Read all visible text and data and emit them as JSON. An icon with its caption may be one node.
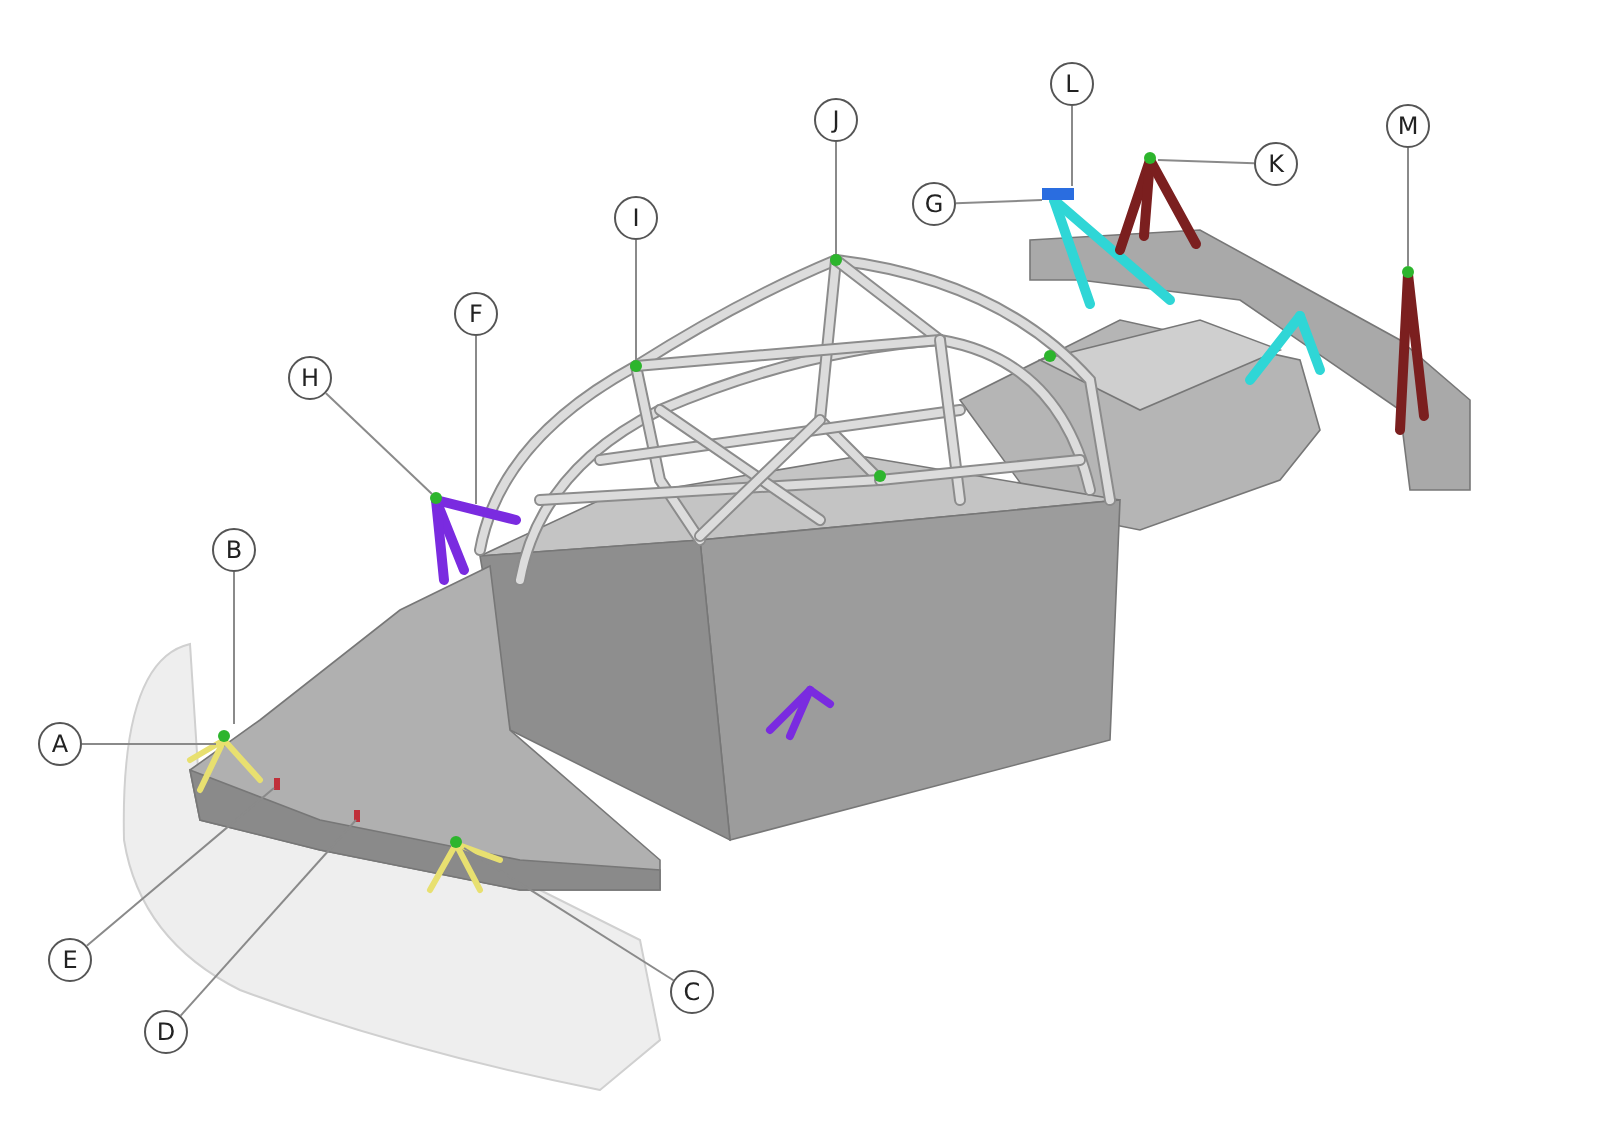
{
  "diagram": {
    "nodes": [
      {
        "text": [
          "A"
        ]
      },
      {
        "text": [
          "B"
        ]
      },
      {
        "text": [
          "C"
        ]
      },
      {
        "text": [
          "D"
        ]
      },
      {
        "text": [
          "E"
        ]
      },
      {
        "text": [
          "F"
        ]
      },
      {
        "text": [
          "G"
        ]
      },
      {
        "text": [
          "H"
        ]
      },
      {
        "text": [
          "I"
        ]
      },
      {
        "text": [
          "J"
        ]
      },
      {
        "text": [
          "K"
        ]
      },
      {
        "text": [
          "L"
        ]
      },
      {
        "text": [
          "M"
        ]
      }
    ],
    "edges": [
      {
        "from": 0,
        "to": null,
        "arrow": "none"
      },
      {
        "from": 1,
        "to": null,
        "arrow": "none"
      },
      {
        "from": 2,
        "to": null,
        "arrow": "none"
      },
      {
        "from": 3,
        "to": null,
        "arrow": "none"
      },
      {
        "from": 4,
        "to": null,
        "arrow": "none"
      },
      {
        "from": 5,
        "to": null,
        "arrow": "none"
      },
      {
        "from": 6,
        "to": null,
        "arrow": "none"
      },
      {
        "from": 7,
        "to": null,
        "arrow": "none"
      },
      {
        "from": 8,
        "to": null,
        "arrow": "none"
      },
      {
        "from": 9,
        "to": null,
        "arrow": "none"
      },
      {
        "from": 10,
        "to": null,
        "arrow": "none"
      },
      {
        "from": 11,
        "to": null,
        "arrow": "none"
      },
      {
        "from": 12,
        "to": null,
        "arrow": "none"
      }
    ]
  }
}
